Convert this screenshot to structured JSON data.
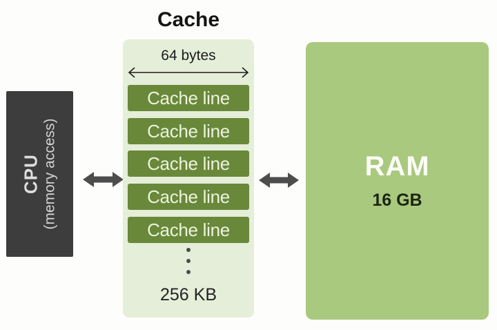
{
  "diagram": {
    "cpu": {
      "label": "CPU",
      "sublabel": "(memory access)"
    },
    "cache": {
      "title": "Cache",
      "line_width_label": "64 bytes",
      "lines": [
        "Cache line",
        "Cache line",
        "Cache line",
        "Cache line",
        "Cache line"
      ],
      "total_size_label": "256 KB"
    },
    "ram": {
      "label": "RAM",
      "size_label": "16 GB"
    },
    "colors": {
      "cpu_box": "#3d3d3d",
      "cpu_text": "#dedede",
      "cache_panel": "#e5eed9",
      "cache_line": "#69883a",
      "cache_line_text": "#ecf3dd",
      "ram_box": "#a9c97e",
      "ram_text": "#fcfdf6",
      "arrow": "#4d4d4d",
      "background": "#fdfdfb"
    }
  }
}
